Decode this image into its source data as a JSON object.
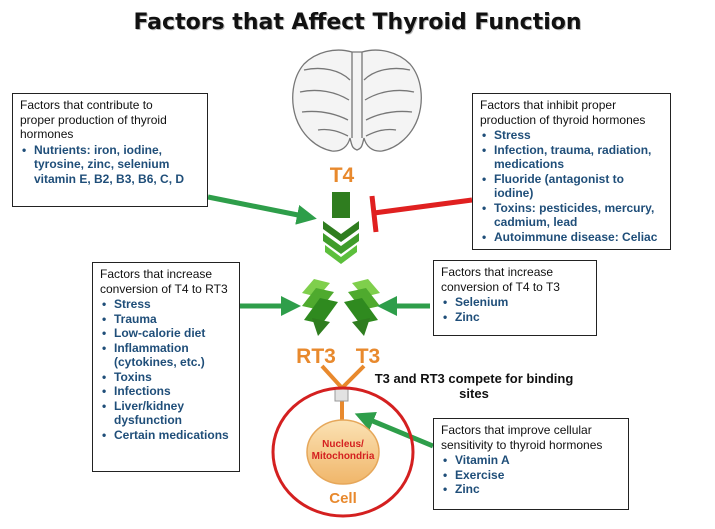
{
  "title": "Factors that Affect Thyroid Function",
  "labels": {
    "t4": "T4",
    "rt3": "RT3",
    "t3": "T3",
    "compete_line1": "T3 and RT3 compete for binding",
    "compete_line2": "sites",
    "nucleus_line1": "Nucleus/",
    "nucleus_line2": "Mitochondria",
    "cell": "Cell"
  },
  "boxes": {
    "contribute": {
      "heading": [
        "Factors that contribute to",
        "proper production of thyroid",
        "hormones"
      ],
      "items": [
        "Nutrients:  iron, iodine, tyrosine, zinc, selenium vitamin E, B2, B3, B6, C, D"
      ]
    },
    "inhibit": {
      "heading": [
        "Factors that inhibit proper",
        "production of thyroid hormones"
      ],
      "items": [
        "Stress",
        "Infection, trauma, radiation, medications",
        "Fluoride (antagonist to iodine)",
        "Toxins: pesticides, mercury, cadmium, lead",
        "Autoimmune disease: Celiac"
      ]
    },
    "increase_rt3": {
      "heading": [
        "Factors that increase",
        "conversion of T4 to RT3"
      ],
      "items": [
        "Stress",
        "Trauma",
        "Low-calorie diet",
        "Inflammation (cytokines, etc.)",
        "Toxins",
        "Infections",
        "Liver/kidney dysfunction",
        "Certain medications"
      ]
    },
    "increase_t3": {
      "heading": [
        "Factors that increase",
        "conversion of T4 to T3"
      ],
      "items": [
        "Selenium",
        "Zinc"
      ]
    },
    "sensitivity": {
      "heading": [
        "Factors that improve cellular",
        "sensitivity to thyroid hormones"
      ],
      "items": [
        "Vitamin A",
        "Exercise",
        "Zinc"
      ]
    }
  },
  "colors": {
    "green_arrow": "#2e9e4a",
    "dark_green": "#2f7d1f",
    "inhibit_red": "#e02020",
    "orange": "#e8892d",
    "cell_red": "#d42020",
    "bullet_blue": "#1f4e79"
  }
}
